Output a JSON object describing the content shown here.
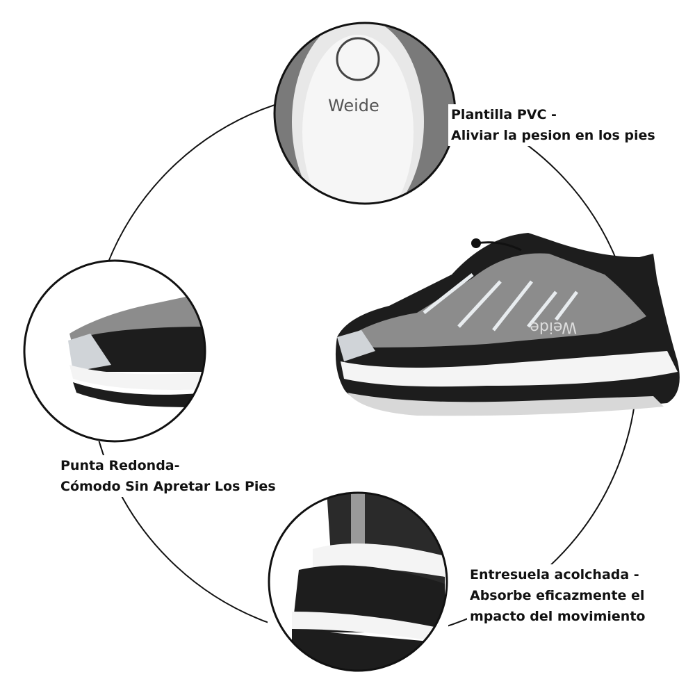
{
  "brand": "Weide",
  "features": [
    {
      "title": "Plantilla PVC -",
      "subtitle": "Aliviar la pesion en los pies",
      "icon": "insole-closeup"
    },
    {
      "title": "Punta Redonda-",
      "subtitle": "Cómodo Sin Apretar Los Pies",
      "icon": "toe-closeup"
    },
    {
      "title": "Entresuela acolchada  -",
      "subtitle": "Absorbe eficazmente el",
      "subtitle2": "mpacto del movimiento",
      "icon": "heel-closeup"
    }
  ],
  "colors": {
    "mesh": "#8a8a8a",
    "dark": "#1a1a1a",
    "sole": "#f2f2f2",
    "accent": "#cfd3d6"
  }
}
